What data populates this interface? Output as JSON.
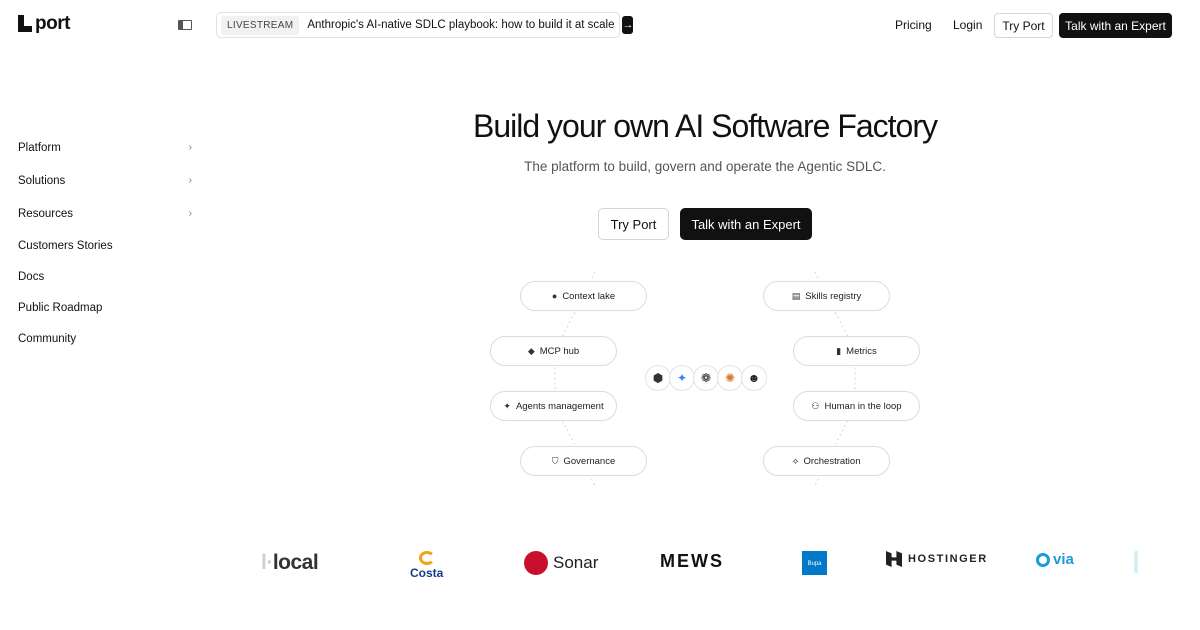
{
  "header": {
    "logo_text": "port",
    "announcement": {
      "tag": "LIVESTREAM",
      "text": "Anthropic's AI-native SDLC playbook: how to build it at scale",
      "arrow": "→"
    },
    "nav": {
      "pricing": "Pricing",
      "login": "Login",
      "try_port": "Try Port",
      "talk_expert": "Talk with an Expert"
    }
  },
  "sidenav": {
    "items": [
      {
        "label": "Platform",
        "chevron": "›"
      },
      {
        "label": "Solutions",
        "chevron": "›"
      },
      {
        "label": "Resources",
        "chevron": "›"
      },
      {
        "label": "Customers Stories"
      },
      {
        "label": "Docs"
      },
      {
        "label": "Public Roadmap"
      },
      {
        "label": "Community"
      }
    ]
  },
  "hero": {
    "title": "Build your own AI Software Factory",
    "subtitle": "The platform to build, govern and operate the Agentic SDLC.",
    "cta_secondary": "Try Port",
    "cta_primary": "Talk with an Expert"
  },
  "diagram": {
    "left": [
      {
        "label": "Context lake",
        "icon": "droplet-icon",
        "glyph": "●"
      },
      {
        "label": "MCP hub",
        "icon": "diamond-icon",
        "glyph": "◆"
      },
      {
        "label": "Agents management",
        "icon": "sparkle-icon",
        "glyph": "✦"
      },
      {
        "label": "Governance",
        "icon": "shield-icon",
        "glyph": "⛉"
      }
    ],
    "right": [
      {
        "label": "Skills registry",
        "icon": "book-icon",
        "glyph": "▤"
      },
      {
        "label": "Metrics",
        "icon": "bar-chart-icon",
        "glyph": "▮"
      },
      {
        "label": "Human in the loop",
        "icon": "users-icon",
        "glyph": "⚇"
      },
      {
        "label": "Orchestration",
        "icon": "flow-icon",
        "glyph": "⟡"
      }
    ],
    "hub_icons": [
      {
        "name": "cube-icon",
        "glyph": "⬢",
        "color": "#333333"
      },
      {
        "name": "gemini-icon",
        "glyph": "✦",
        "color": "#3b82f6"
      },
      {
        "name": "openai-icon",
        "glyph": "❁",
        "color": "#222222"
      },
      {
        "name": "claude-icon",
        "glyph": "✺",
        "color": "#d9772b"
      },
      {
        "name": "copilot-icon",
        "glyph": "☻",
        "color": "#222222"
      }
    ]
  },
  "logos": {
    "local": {
      "faded": "l",
      "text": "local"
    },
    "costa": "Costa",
    "sonar": "Sonar",
    "mews": "MEWS",
    "bupa": "Bupa",
    "hostinger": "HOSTINGER",
    "via": "via"
  }
}
